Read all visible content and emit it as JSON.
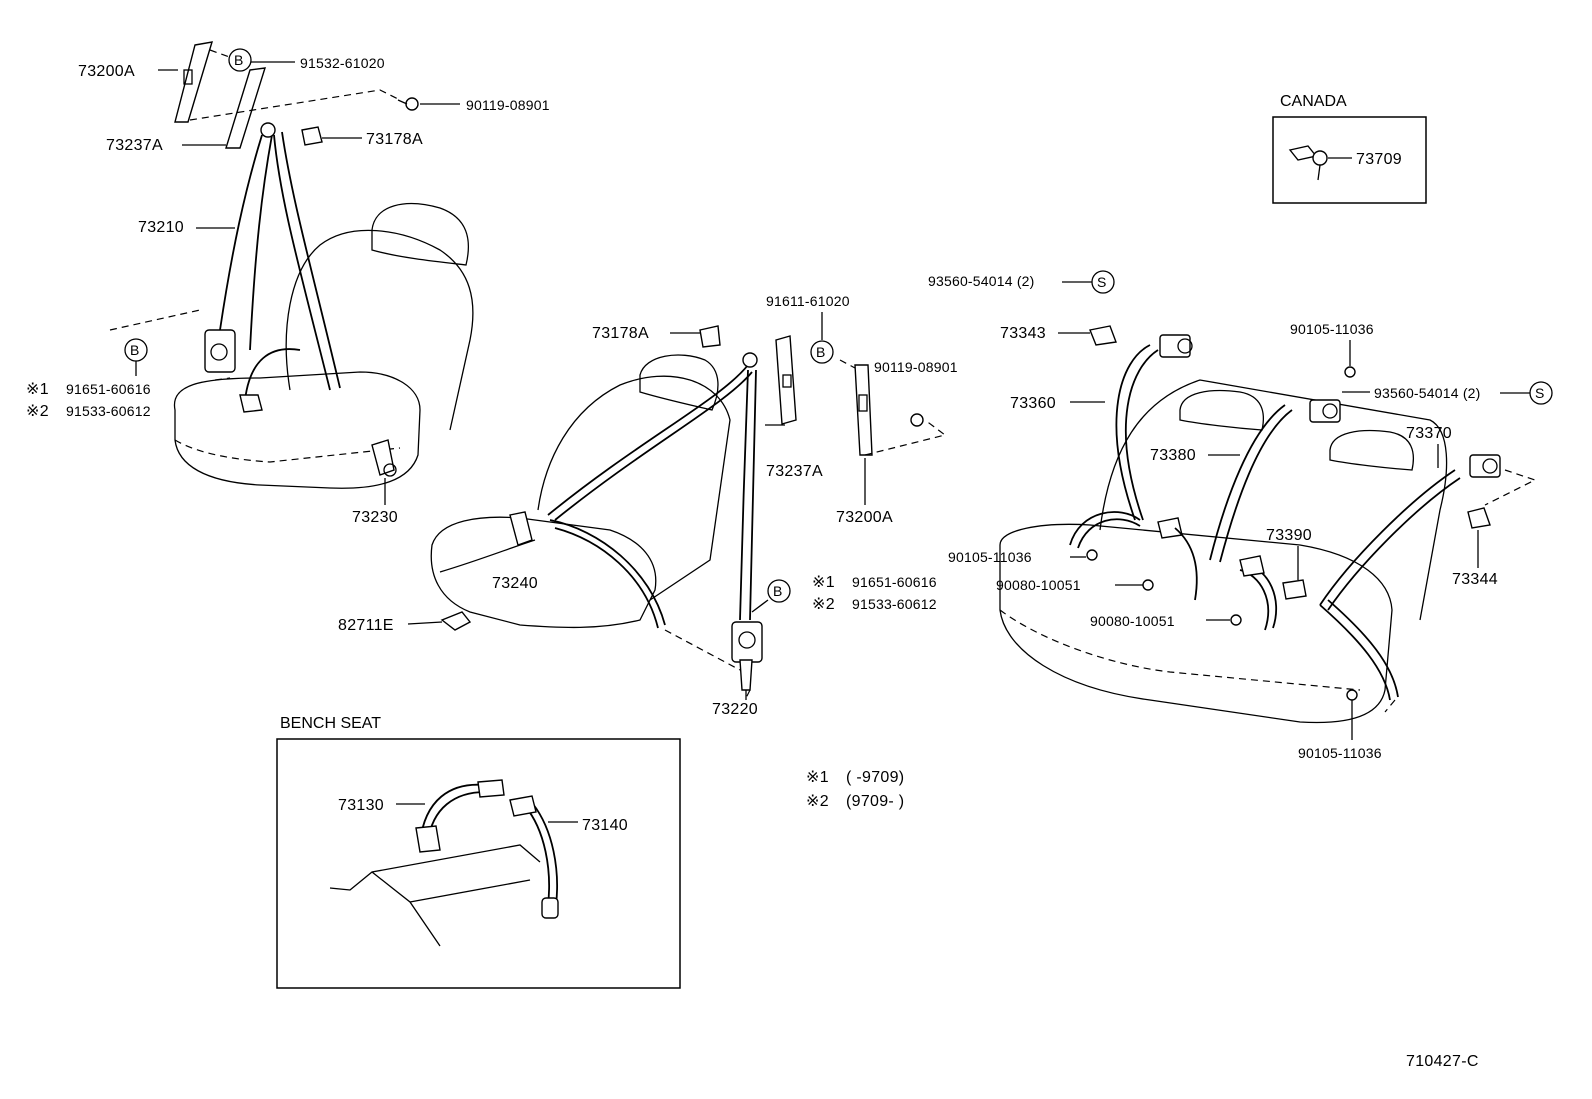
{
  "diagram_id": "710427-C",
  "canada_box": {
    "title": "CANADA",
    "part": "73709"
  },
  "bench_box": {
    "title": "BENCH SEAT",
    "parts": [
      "73130",
      "73140"
    ]
  },
  "legend": {
    "mark1": "※1",
    "mark2": "※2",
    "note1": "(        -9709)",
    "note2": "(9709-        )"
  },
  "tags": {
    "b": "B",
    "s": "S"
  },
  "front_left": {
    "p73200A": "73200A",
    "p91532": "91532-61020",
    "p90119": "90119-08901",
    "p73237A": "73237A",
    "p73178A": "73178A",
    "p73210": "73210",
    "p91651": "91651-60616",
    "p91533": "91533-60612",
    "p73230": "73230"
  },
  "front_right": {
    "p73178A": "73178A",
    "p91611": "91611-61020",
    "p90119": "90119-08901",
    "p73237A": "73237A",
    "p73200A": "73200A",
    "p73240": "73240",
    "p82711E": "82711E",
    "p91651": "91651-60616",
    "p91533": "91533-60612",
    "p73220": "73220"
  },
  "rear": {
    "p93560a": "93560-54014 (2)",
    "p73343": "73343",
    "p90105a": "90105-11036",
    "p93560b": "93560-54014 (2)",
    "p73360": "73360",
    "p73380": "73380",
    "p73370": "73370",
    "p73390": "73390",
    "p90105b": "90105-11036",
    "p90080a": "90080-10051",
    "p90080b": "90080-10051",
    "p73344": "73344",
    "p90105c": "90105-11036"
  }
}
